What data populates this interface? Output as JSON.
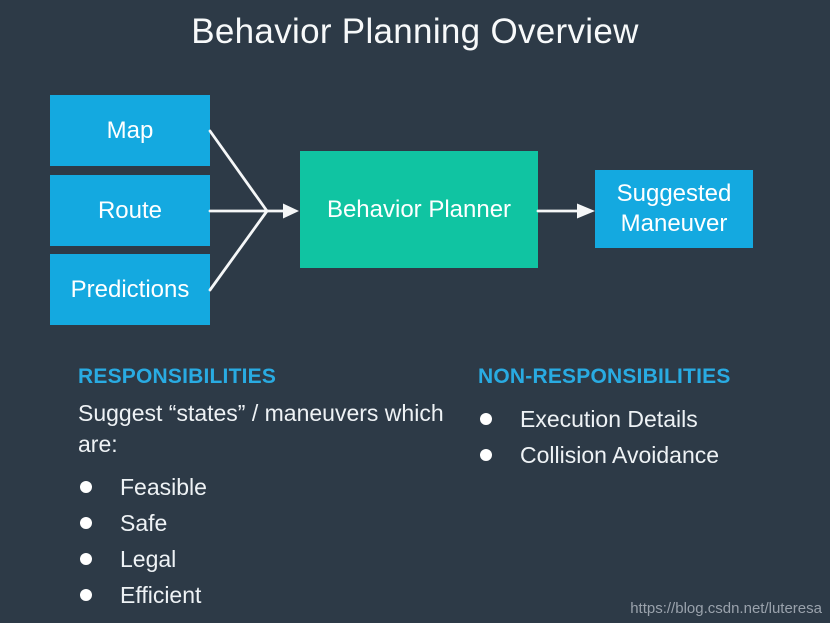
{
  "slide": {
    "title": "Behavior Planning Overview",
    "watermark": "https://blog.csdn.net/luteresa"
  },
  "flowchart": {
    "inputs": [
      {
        "label": "Map"
      },
      {
        "label": "Route"
      },
      {
        "label": "Predictions"
      }
    ],
    "process": {
      "label": "Behavior Planner"
    },
    "output": {
      "label": "Suggested Maneuver"
    }
  },
  "sections": {
    "responsibilities": {
      "heading": "RESPONSIBILITIES",
      "intro": "Suggest “states” / maneuvers which are:",
      "items": [
        "Feasible",
        "Safe",
        "Legal",
        "Efficient"
      ]
    },
    "non_responsibilities": {
      "heading": "NON-RESPONSIBILITIES",
      "items": [
        "Execution Details",
        "Collision Avoidance"
      ]
    }
  },
  "colors": {
    "background": "#2d3a47",
    "input_box": "#14a9e0",
    "process_box": "#10c4a2",
    "heading": "#29abe2",
    "text": "#eef2f5",
    "watermark": "#9aa2ac"
  }
}
